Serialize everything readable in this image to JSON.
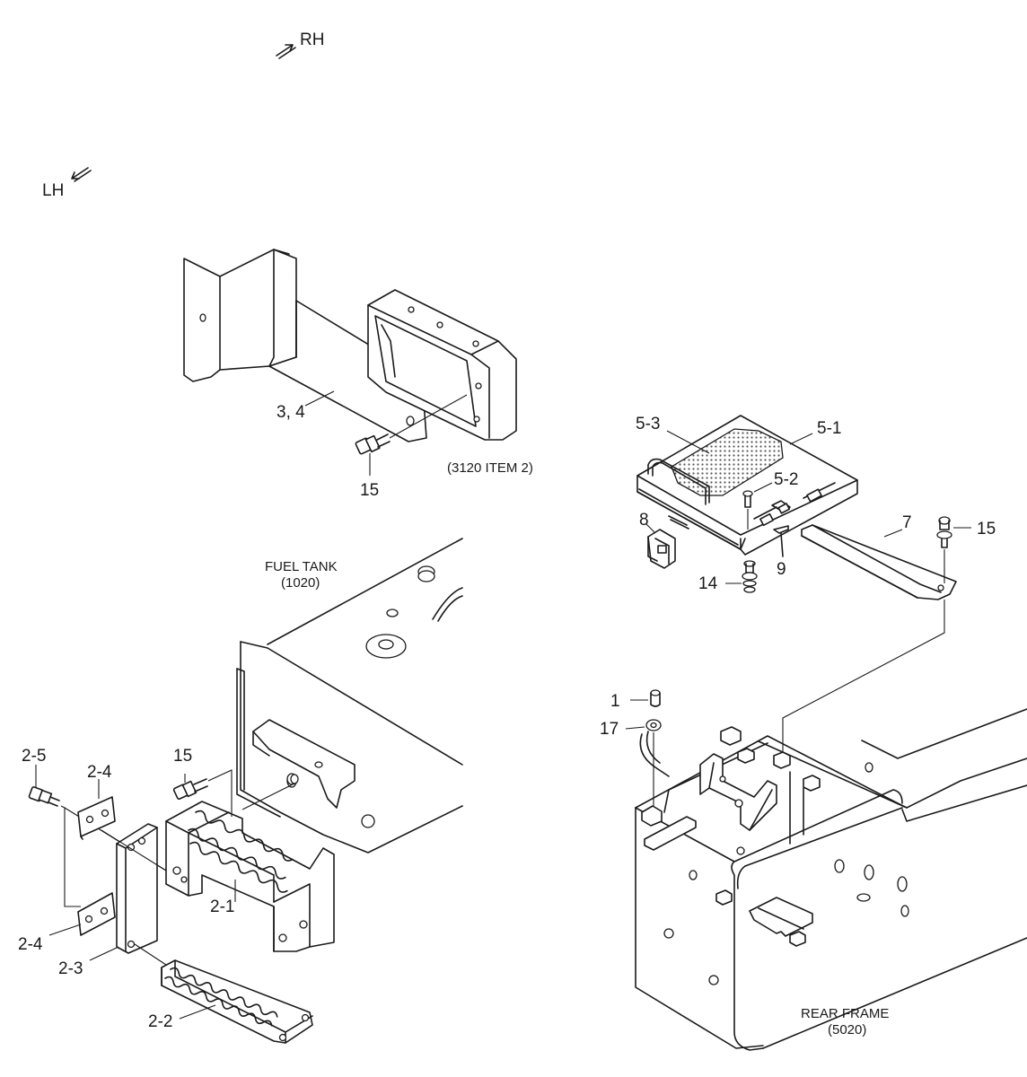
{
  "directions": {
    "rh": "RH",
    "lh": "LH"
  },
  "references": {
    "fuel_tank": {
      "name": "FUEL TANK",
      "code": "(1020)"
    },
    "rear_frame": {
      "name": "REAR FRAME",
      "code": "(5020)"
    },
    "item_ref": "(3120 ITEM 2)"
  },
  "labels": {
    "p3_4": "3, 4",
    "p15_top": "15",
    "p5_3": "5-3",
    "p5_1": "5-1",
    "p5_2": "5-2",
    "p8": "8",
    "p7": "7",
    "p15_right": "15",
    "p14": "14",
    "p9": "9",
    "p1": "1",
    "p17": "17",
    "p2_5": "2-5",
    "p2_4_top": "2-4",
    "p15_left": "15",
    "p2_1": "2-1",
    "p2_4_bottom": "2-4",
    "p2_3": "2-3",
    "p2_2": "2-2"
  },
  "colors": {
    "line": "#1a1a1a",
    "background": "#ffffff"
  }
}
